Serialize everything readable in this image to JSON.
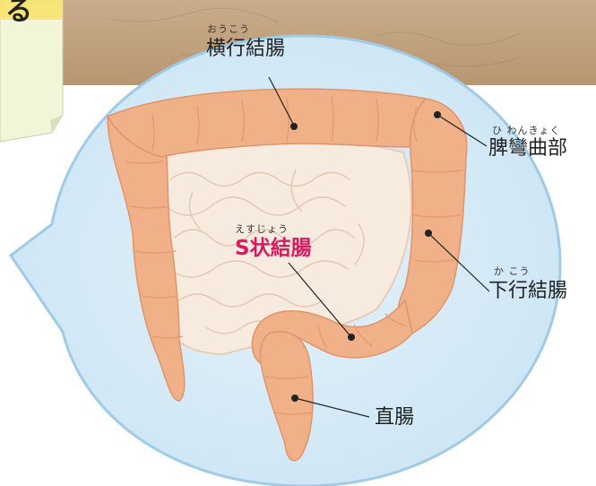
{
  "colors": {
    "background_top": "#c9ad8a",
    "background_bottom": "#ffffff",
    "bubble_fill": "#cde6f5",
    "bubble_stroke": "#9fcbe7",
    "note_fill": "#f1f6d9",
    "intestine_outer": "#f0b188",
    "intestine_small": "#f5e7db",
    "accent": "#d81b60"
  },
  "corner_note": {
    "text": "る"
  },
  "labels": {
    "transverse_colon": {
      "ruby": "おうこう",
      "text": "横行結腸"
    },
    "splenic_flexure": {
      "ruby": "ひ わんきょく",
      "text": "脾彎曲部"
    },
    "sigmoid_colon": {
      "ruby": "えすじょう",
      "text": "S状結腸"
    },
    "descending_colon": {
      "ruby": "か こう",
      "text": "下行結腸"
    },
    "rectum": {
      "text": "直腸"
    }
  }
}
